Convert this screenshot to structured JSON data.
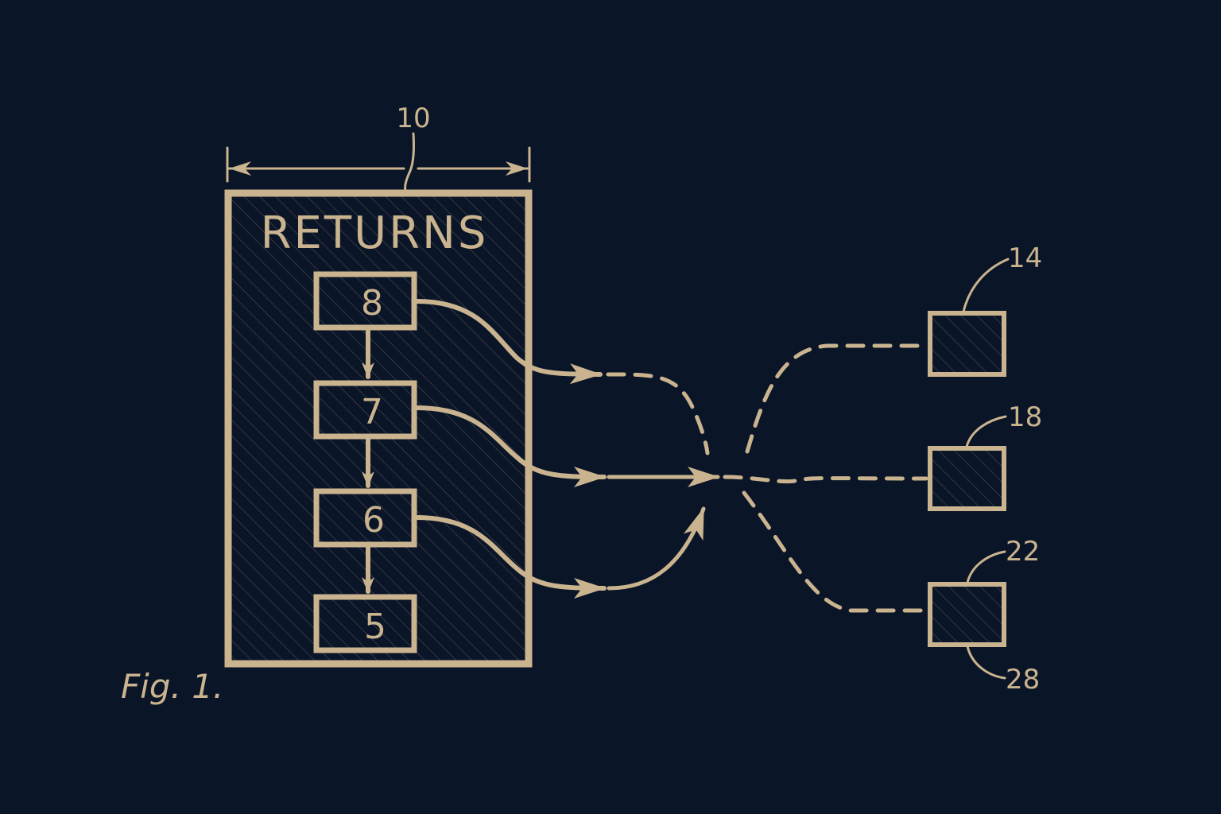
{
  "colors": {
    "background": "#0b1528",
    "ink": "#c9b48f"
  },
  "figure": {
    "label": "Fig. 1."
  },
  "container": {
    "ref": "10",
    "title": "RETURNS",
    "boxes": [
      {
        "label": "8"
      },
      {
        "label": "7"
      },
      {
        "label": "6"
      },
      {
        "label": "5"
      }
    ]
  },
  "targets": [
    {
      "ref": "14"
    },
    {
      "ref": "18"
    },
    {
      "ref": "22",
      "ref_bottom": "28"
    }
  ]
}
